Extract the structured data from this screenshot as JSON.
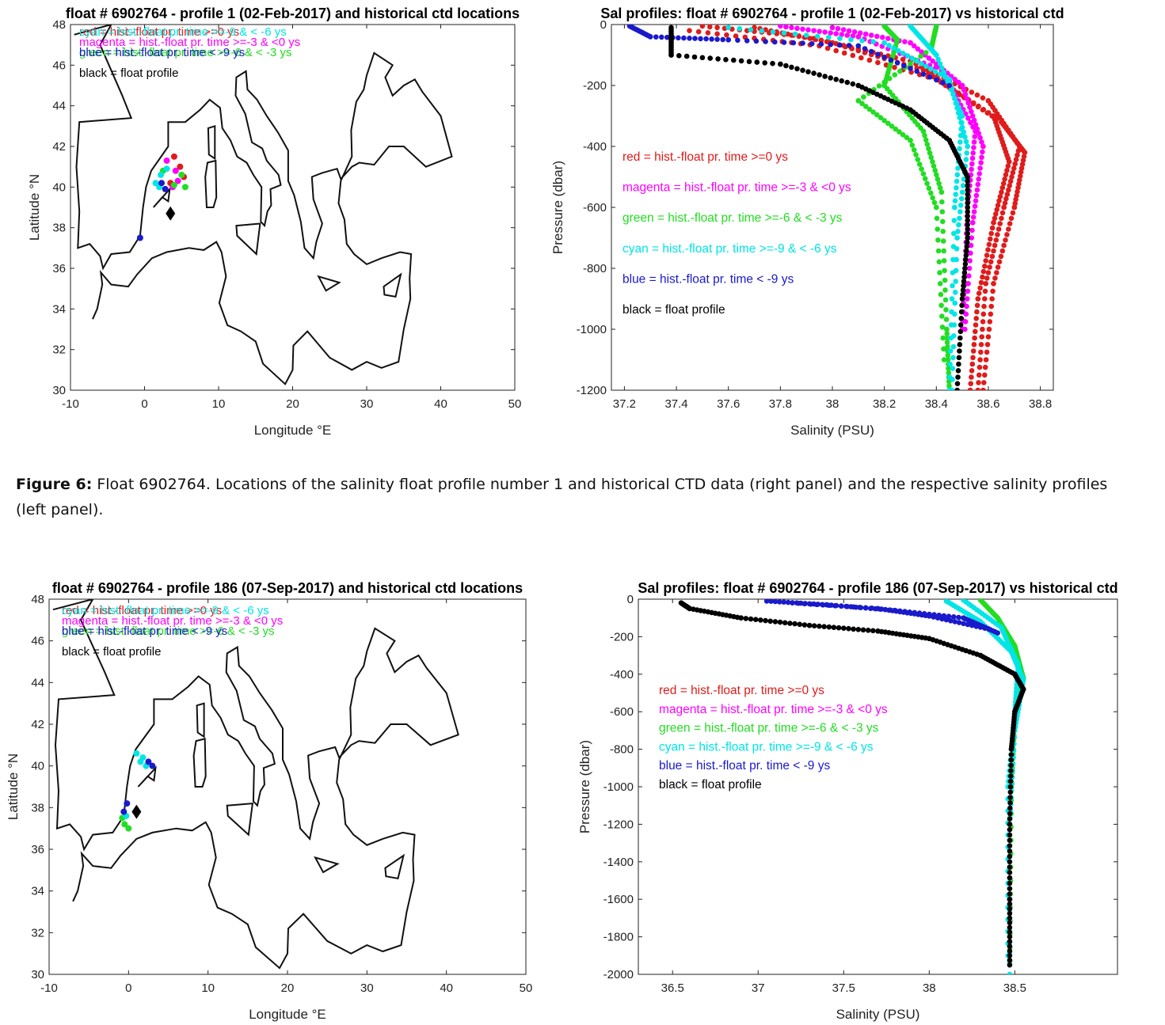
{
  "colors": {
    "red": "#e01b1b",
    "magenta": "#ff00ff",
    "green": "#22dd22",
    "cyan": "#00e5e5",
    "blue": "#1a1acc",
    "black": "#000000"
  },
  "caption": {
    "label": "Figure 6:",
    "text": " Float 6902764. Locations of the salinity float profile number 1 and historical CTD data (right panel) and the respective salinity profiles (left panel)."
  },
  "legend_entries": [
    {
      "key": "red",
      "label": "red = hist.-float pr. time >=0 ys"
    },
    {
      "key": "magenta",
      "label": "magenta = hist.-float pr. time >=-3 & <0 ys"
    },
    {
      "key": "green",
      "label": "green = hist.-float pr. time >=-6 & < -3 ys"
    },
    {
      "key": "cyan",
      "label": "cyan = hist.-float pr. time >=-9 & < -6 ys"
    },
    {
      "key": "blue",
      "label": "blue = hist.-float pr. time < -9 ys"
    },
    {
      "key": "black",
      "label": "black = float profile"
    }
  ],
  "chart_data": [
    {
      "type": "scatter",
      "title": "float # 6902764 - profile 1 (02-Feb-2017) and historical ctd locations",
      "xlabel": "Longitude °E",
      "ylabel": "Latitude °N",
      "xlim": [
        -10,
        50
      ],
      "ylim": [
        30,
        48
      ],
      "xticks": [
        -10,
        0,
        10,
        20,
        30,
        40,
        50
      ],
      "yticks": [
        30,
        32,
        34,
        36,
        38,
        40,
        42,
        44,
        46,
        48
      ],
      "legend_position": "top-left",
      "grid": false,
      "float_position": [
        3.5,
        38.7
      ],
      "series": [
        {
          "color": "red",
          "points": [
            [
              4.0,
              41.5
            ],
            [
              4.8,
              41.0
            ],
            [
              5.3,
              40.5
            ],
            [
              3.5,
              40.2
            ]
          ]
        },
        {
          "color": "magenta",
          "points": [
            [
              3.0,
              41.3
            ],
            [
              4.2,
              40.8
            ],
            [
              4.5,
              40.3
            ],
            [
              3.8,
              40.0
            ]
          ]
        },
        {
          "color": "green",
          "points": [
            [
              5.5,
              40.0
            ],
            [
              5.0,
              40.6
            ],
            [
              2.5,
              40.8
            ],
            [
              4.0,
              40.1
            ]
          ]
        },
        {
          "color": "cyan",
          "points": [
            [
              1.5,
              40.2
            ],
            [
              2.2,
              40.6
            ],
            [
              3.0,
              40.9
            ],
            [
              2.0,
              40.0
            ]
          ]
        },
        {
          "color": "blue",
          "points": [
            [
              2.3,
              40.2
            ],
            [
              2.8,
              39.9
            ],
            [
              -0.6,
              37.5
            ]
          ]
        }
      ]
    },
    {
      "type": "scatter",
      "title": "Sal profiles: float # 6902764 - profile 1 (02-Feb-2017) vs historical ctd",
      "xlabel": "Salinity (PSU)",
      "ylabel": "Pressure (dbar)",
      "xlim": [
        37.15,
        38.85
      ],
      "ylim": [
        -1200,
        0
      ],
      "xticks": [
        37.2,
        37.4,
        37.6,
        37.8,
        38,
        38.2,
        38.4,
        38.6,
        38.8
      ],
      "yticks": [
        -1200,
        -1000,
        -800,
        -600,
        -400,
        -200,
        0
      ],
      "legend_position": "center-left",
      "series": [
        {
          "color": "red",
          "profiles": [
            [
              [
                37.5,
                -5
              ],
              [
                37.9,
                -40
              ],
              [
                38.3,
                -120
              ],
              [
                38.6,
                -250
              ],
              [
                38.72,
                -400
              ],
              [
                38.66,
                -600
              ],
              [
                38.59,
                -850
              ],
              [
                38.56,
                -1200
              ]
            ],
            [
              [
                37.7,
                -10
              ],
              [
                38.0,
                -60
              ],
              [
                38.35,
                -150
              ],
              [
                38.62,
                -300
              ],
              [
                38.68,
                -450
              ],
              [
                38.62,
                -650
              ],
              [
                38.56,
                -900
              ],
              [
                38.53,
                -1200
              ]
            ],
            [
              [
                37.45,
                -20
              ],
              [
                37.95,
                -70
              ],
              [
                38.4,
                -180
              ],
              [
                38.65,
                -320
              ],
              [
                38.74,
                -420
              ],
              [
                38.7,
                -600
              ],
              [
                38.62,
                -850
              ],
              [
                38.58,
                -1200
              ]
            ]
          ]
        },
        {
          "color": "magenta",
          "profiles": [
            [
              [
                37.8,
                -5
              ],
              [
                38.1,
                -40
              ],
              [
                38.42,
                -150
              ],
              [
                38.55,
                -350
              ],
              [
                38.52,
                -600
              ],
              [
                38.5,
                -1000
              ]
            ],
            [
              [
                38.0,
                -10
              ],
              [
                38.3,
                -60
              ],
              [
                38.5,
                -200
              ],
              [
                38.58,
                -400
              ],
              [
                38.54,
                -650
              ],
              [
                38.51,
                -1000
              ]
            ]
          ]
        },
        {
          "color": "green",
          "profiles": [
            [
              [
                38.2,
                -5
              ],
              [
                38.25,
                -50
              ],
              [
                38.2,
                -200
              ],
              [
                38.35,
                -350
              ],
              [
                38.42,
                -550
              ],
              [
                38.44,
                -1000
              ],
              [
                38.45,
                -1200
              ]
            ],
            [
              [
                38.4,
                -5
              ],
              [
                38.38,
                -80
              ],
              [
                38.1,
                -250
              ],
              [
                38.3,
                -380
              ],
              [
                38.4,
                -600
              ],
              [
                38.43,
                -1100
              ]
            ]
          ]
        },
        {
          "color": "cyan",
          "profiles": [
            [
              [
                37.6,
                -10
              ],
              [
                38.2,
                -60
              ],
              [
                38.45,
                -180
              ],
              [
                38.52,
                -400
              ],
              [
                38.48,
                -700
              ],
              [
                38.46,
                -1200
              ]
            ],
            [
              [
                38.3,
                -5
              ],
              [
                38.4,
                -100
              ],
              [
                38.5,
                -300
              ],
              [
                38.47,
                -600
              ],
              [
                38.45,
                -1200
              ]
            ]
          ]
        },
        {
          "color": "blue",
          "profiles": [
            [
              [
                37.22,
                -5
              ],
              [
                37.3,
                -40
              ],
              [
                37.6,
                -50
              ],
              [
                38.1,
                -70
              ],
              [
                38.45,
                -200
              ]
            ]
          ]
        },
        {
          "color": "black",
          "profiles": [
            [
              [
                37.38,
                -10
              ],
              [
                37.38,
                -100
              ],
              [
                37.8,
                -130
              ],
              [
                38.1,
                -200
              ],
              [
                38.3,
                -280
              ],
              [
                38.45,
                -380
              ],
              [
                38.52,
                -500
              ],
              [
                38.52,
                -700
              ],
              [
                38.5,
                -900
              ],
              [
                38.48,
                -1200
              ]
            ]
          ]
        }
      ]
    },
    {
      "type": "scatter",
      "title": "float # 6902764 - profile 186 (07-Sep-2017) and historical ctd locations",
      "xlabel": "Longitude °E",
      "ylabel": "Latitude °N",
      "xlim": [
        -10,
        50
      ],
      "ylim": [
        30,
        48
      ],
      "xticks": [
        -10,
        0,
        10,
        20,
        30,
        40,
        50
      ],
      "yticks": [
        30,
        32,
        34,
        36,
        38,
        40,
        42,
        44,
        46,
        48
      ],
      "legend_position": "top-left",
      "float_position": [
        1.0,
        37.8
      ],
      "series": [
        {
          "color": "green",
          "points": [
            [
              -0.5,
              37.2
            ],
            [
              0.0,
              37.0
            ],
            [
              -0.8,
              37.5
            ]
          ]
        },
        {
          "color": "cyan",
          "points": [
            [
              1.0,
              40.6
            ],
            [
              1.8,
              40.4
            ],
            [
              2.2,
              40.0
            ],
            [
              -0.3,
              37.6
            ],
            [
              1.5,
              40.2
            ]
          ]
        },
        {
          "color": "blue",
          "points": [
            [
              2.5,
              40.2
            ],
            [
              3.0,
              40.0
            ],
            [
              -0.2,
              38.2
            ],
            [
              -0.6,
              37.8
            ]
          ]
        }
      ]
    },
    {
      "type": "scatter",
      "title": "Sal profiles: float # 6902764 - profile 186 (07-Sep-2017) vs historical ctd",
      "xlabel": "Salinity (PSU)",
      "ylabel": "Pressure (dbar)",
      "xlim": [
        36.3,
        39.1
      ],
      "ylim": [
        -2000,
        0
      ],
      "xticks": [
        36.5,
        37,
        37.5,
        38,
        38.5
      ],
      "yticks": [
        -2000,
        -1800,
        -1600,
        -1400,
        -1200,
        -1000,
        -800,
        -600,
        -400,
        -200,
        0
      ],
      "legend_position": "center-left",
      "series": [
        {
          "color": "green",
          "profiles": [
            [
              [
                38.3,
                -5
              ],
              [
                38.4,
                -100
              ],
              [
                38.5,
                -250
              ],
              [
                38.55,
                -420
              ],
              [
                38.5,
                -650
              ],
              [
                38.48,
                -1000
              ],
              [
                38.47,
                -2000
              ]
            ]
          ]
        },
        {
          "color": "cyan",
          "profiles": [
            [
              [
                38.1,
                -10
              ],
              [
                38.3,
                -120
              ],
              [
                38.48,
                -280
              ],
              [
                38.55,
                -430
              ],
              [
                38.5,
                -700
              ],
              [
                38.47,
                -1200
              ],
              [
                38.47,
                -2000
              ]
            ],
            [
              [
                38.2,
                -5
              ],
              [
                38.42,
                -150
              ],
              [
                38.52,
                -350
              ],
              [
                38.5,
                -600
              ],
              [
                38.46,
                -1000
              ],
              [
                38.46,
                -1900
              ]
            ]
          ]
        },
        {
          "color": "blue",
          "profiles": [
            [
              [
                37.05,
                -10
              ],
              [
                37.4,
                -30
              ],
              [
                37.8,
                -60
              ],
              [
                38.2,
                -100
              ],
              [
                38.4,
                -180
              ]
            ],
            [
              [
                37.2,
                -20
              ],
              [
                37.7,
                -50
              ],
              [
                38.0,
                -90
              ],
              [
                38.35,
                -160
              ]
            ]
          ]
        },
        {
          "color": "black",
          "profiles": [
            [
              [
                36.55,
                -20
              ],
              [
                36.6,
                -50
              ],
              [
                36.9,
                -100
              ],
              [
                37.3,
                -140
              ],
              [
                37.7,
                -170
              ],
              [
                38.0,
                -210
              ],
              [
                38.3,
                -300
              ],
              [
                38.5,
                -400
              ],
              [
                38.55,
                -480
              ],
              [
                38.5,
                -600
              ],
              [
                38.48,
                -800
              ],
              [
                38.47,
                -1200
              ],
              [
                38.47,
                -1600
              ],
              [
                38.47,
                -1950
              ]
            ]
          ]
        }
      ]
    }
  ]
}
